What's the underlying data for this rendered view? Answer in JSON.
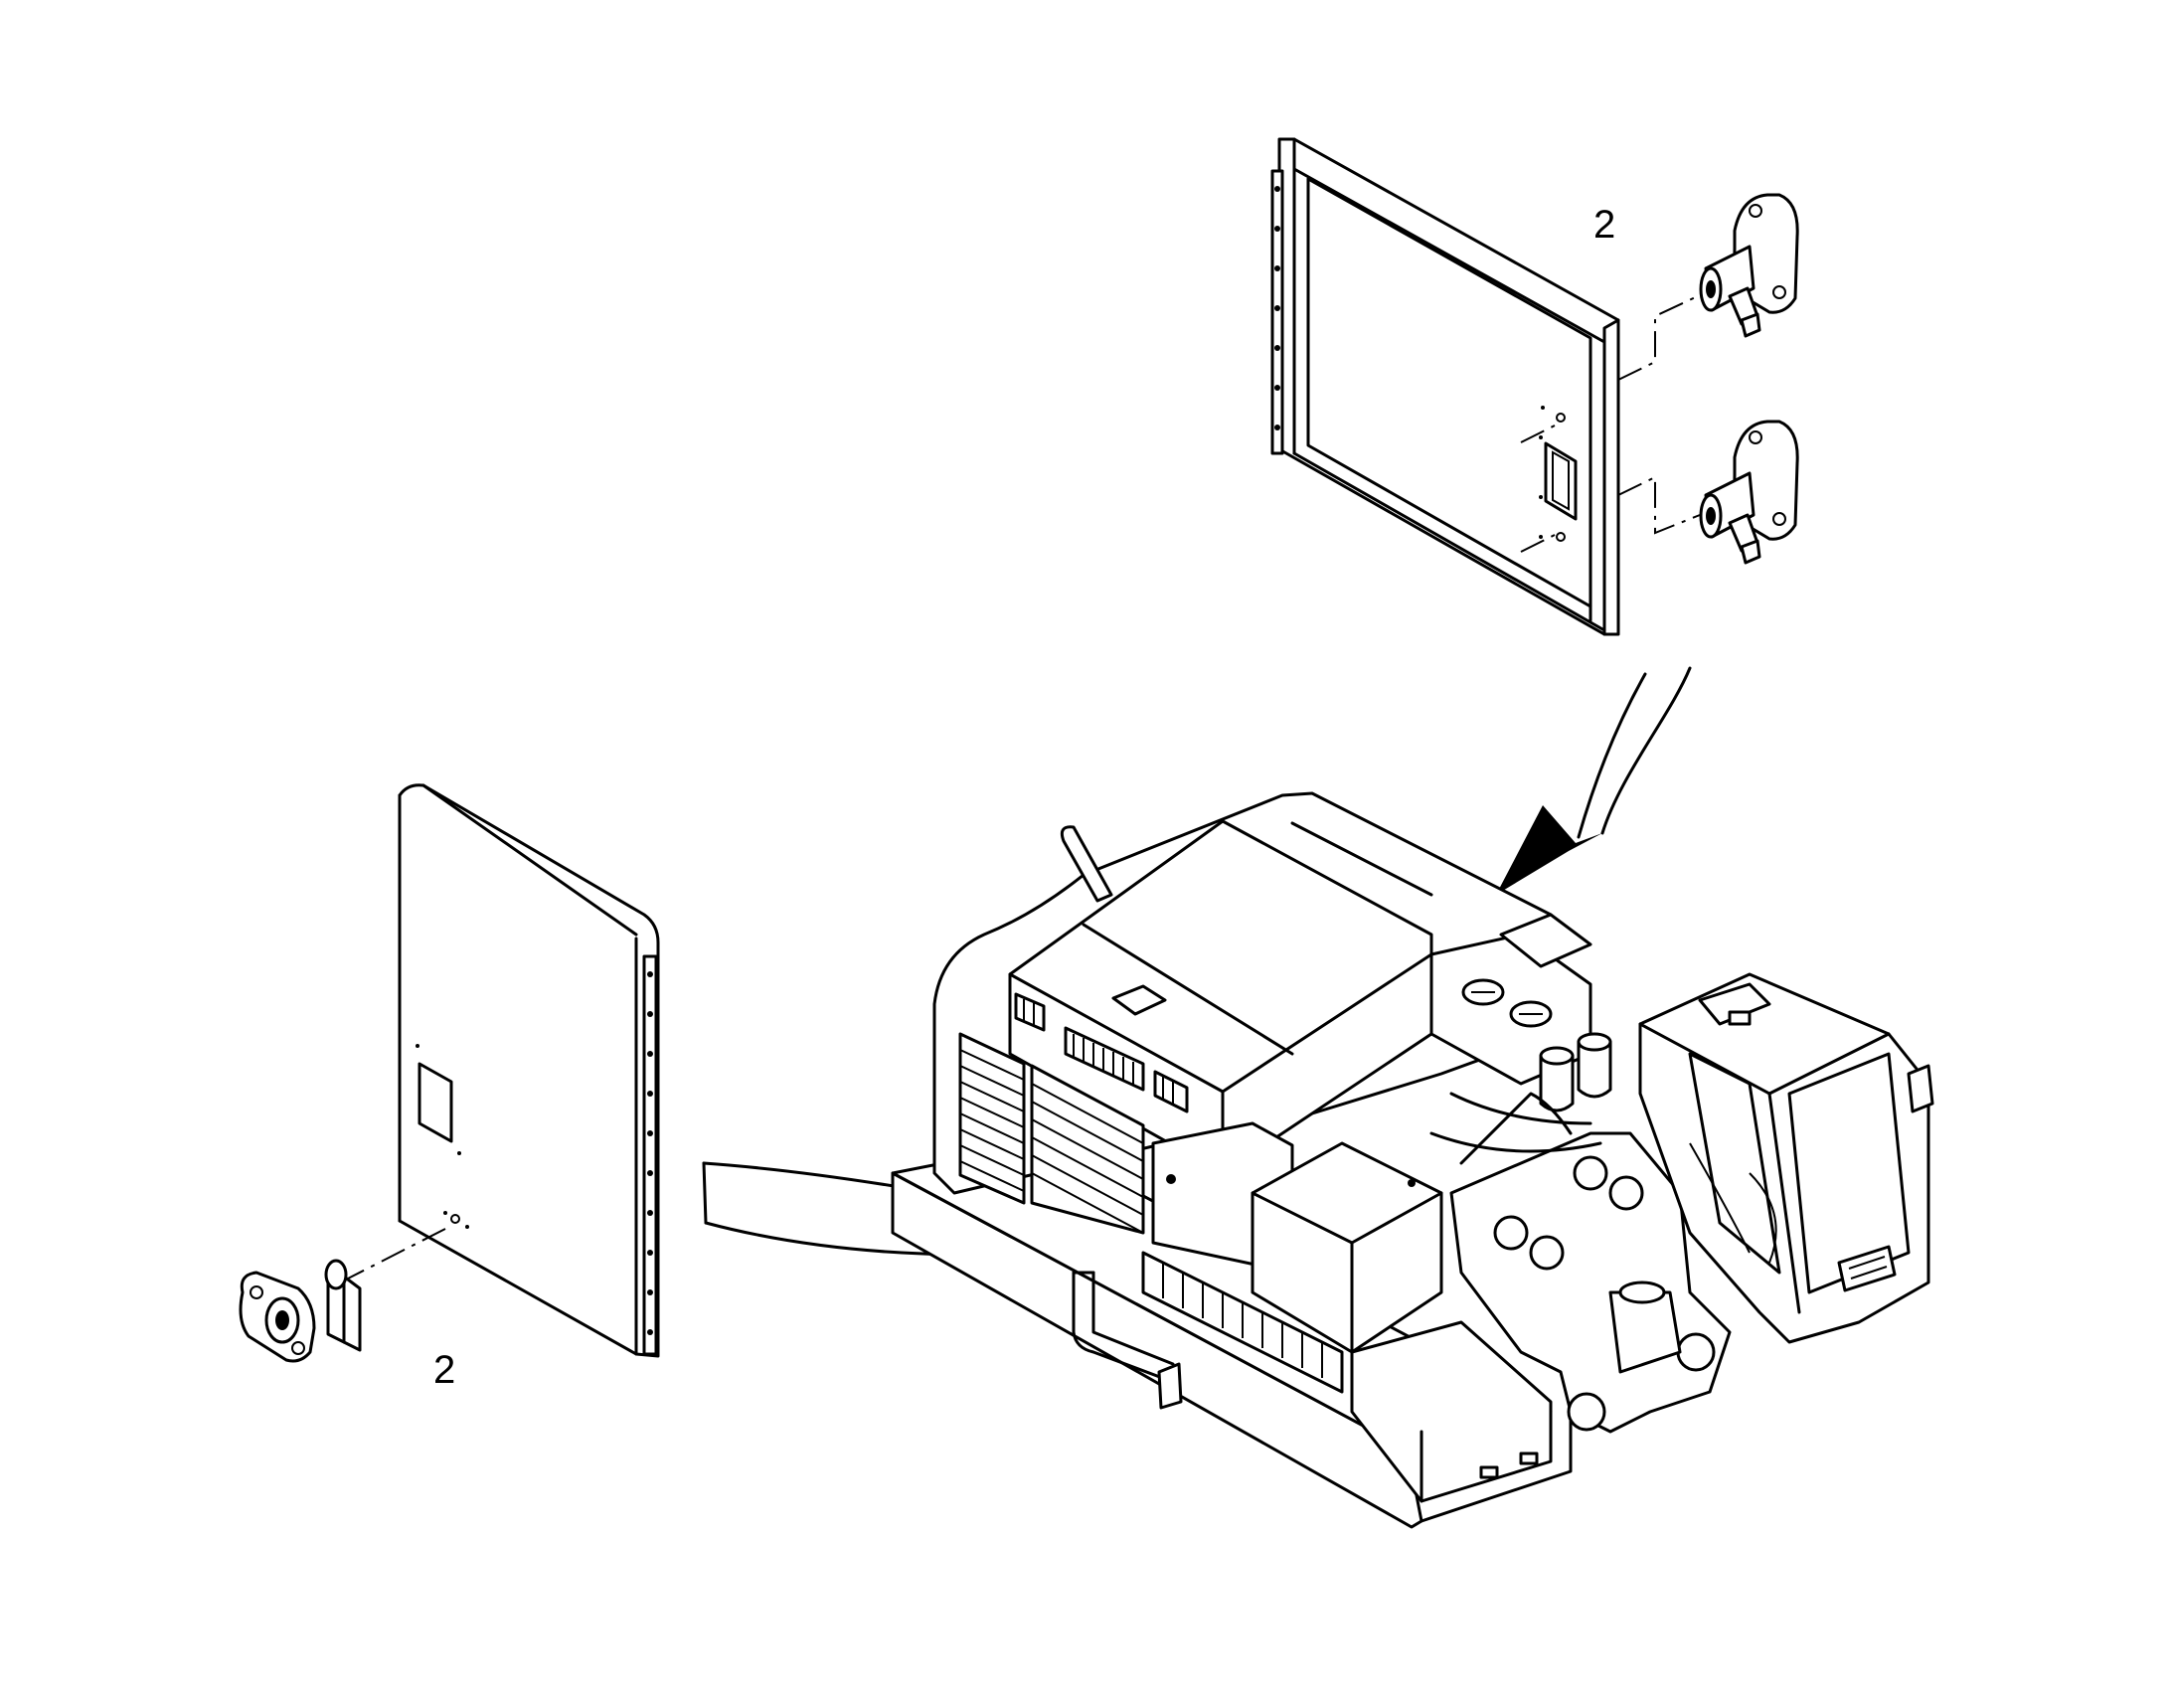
{
  "figure": {
    "callouts": [
      {
        "id": "top",
        "label": "2"
      },
      {
        "id": "bottom",
        "label": "2"
      }
    ],
    "stroke_color": "#000000",
    "background_color": "#ffffff"
  }
}
